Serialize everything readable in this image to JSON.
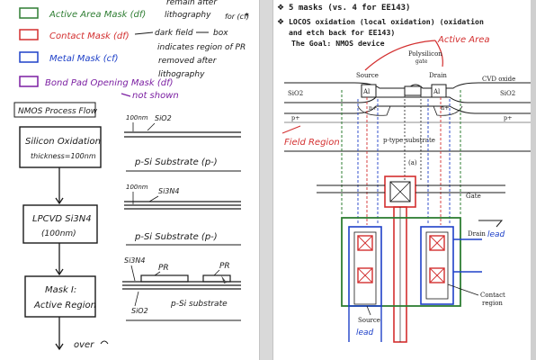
{
  "colors": {
    "green": "#2e7d32",
    "red": "#d32f2f",
    "blue": "#1e40c8",
    "purple": "#7b1fa2",
    "ink": "#1a1a1a",
    "gutter": "#d9d9d9"
  },
  "left": {
    "legend": {
      "active": "Active Area Mask (df)",
      "contact": "Contact Mask (df)",
      "metal": "Metal Mask (cf)",
      "bondpad": "Bond Pad Opening Mask (df)",
      "not_shown": "not shown"
    },
    "notes": {
      "remain": "remain after",
      "lithography": "lithography",
      "for_cf": "for (cf)",
      "star": "*",
      "dark_field": "dark field",
      "box": "box",
      "indicates": "indicates region of PR",
      "removed": "removed after",
      "lithography2": "lithography"
    },
    "flow": {
      "heading": "NMOS Process Flow",
      "box1_line1": "Silicon Oxidation",
      "box1_line2": "thickness=100nm",
      "box2_line1": "LPCVD Si3N4",
      "box2_line2": "(100nm)",
      "box3_line1": "Mask I:",
      "box3_line2": "Active Region",
      "over": "over"
    },
    "cross": {
      "l1_thk": "100nm",
      "l1_sio2": "SiO2",
      "l1_sub": "p-Si Substrate (p-)",
      "l2_thk": "100nm",
      "l2_si3n4": "Si3N4",
      "l2_sub": "p-Si Substrate (p-)",
      "l3_si3n4": "Si3N4",
      "l3_pr1": "PR",
      "l3_pr2": "PR",
      "l3_sio2": "SiO2",
      "l3_sub": "p-Si substrate"
    }
  },
  "right": {
    "bullet1": "5 masks (vs. 4 for EE143)",
    "bullet2_l1": "LOCOS oxidation (local oxidation) (oxidation",
    "bullet2_l2": "and etch back for EE143)",
    "goal": "The Goal: NMOS device",
    "active_area": "Active Area",
    "field_region": "Field Region",
    "device": {
      "polysilicon_l1": "Polysilicon",
      "polysilicon_l2": "gate",
      "source": "Source",
      "drain": "Drain",
      "cvd_oxide": "CVD oxide",
      "sio2_left": "SiO2",
      "sio2_right": "SiO2",
      "al_left": "Al",
      "al_right": "Al",
      "nplus_left": "n+",
      "nplus_right": "n+",
      "pplus_left": "p+",
      "pplus_right": "p+",
      "substrate": "p-type substrate",
      "caption": "(a)"
    },
    "layout": {
      "gate": "Gate",
      "drain": "Drain",
      "lead_drain": "lead",
      "contact_l1": "Contact",
      "contact_l2": "region",
      "source": "Source",
      "lead_source": "lead"
    }
  }
}
